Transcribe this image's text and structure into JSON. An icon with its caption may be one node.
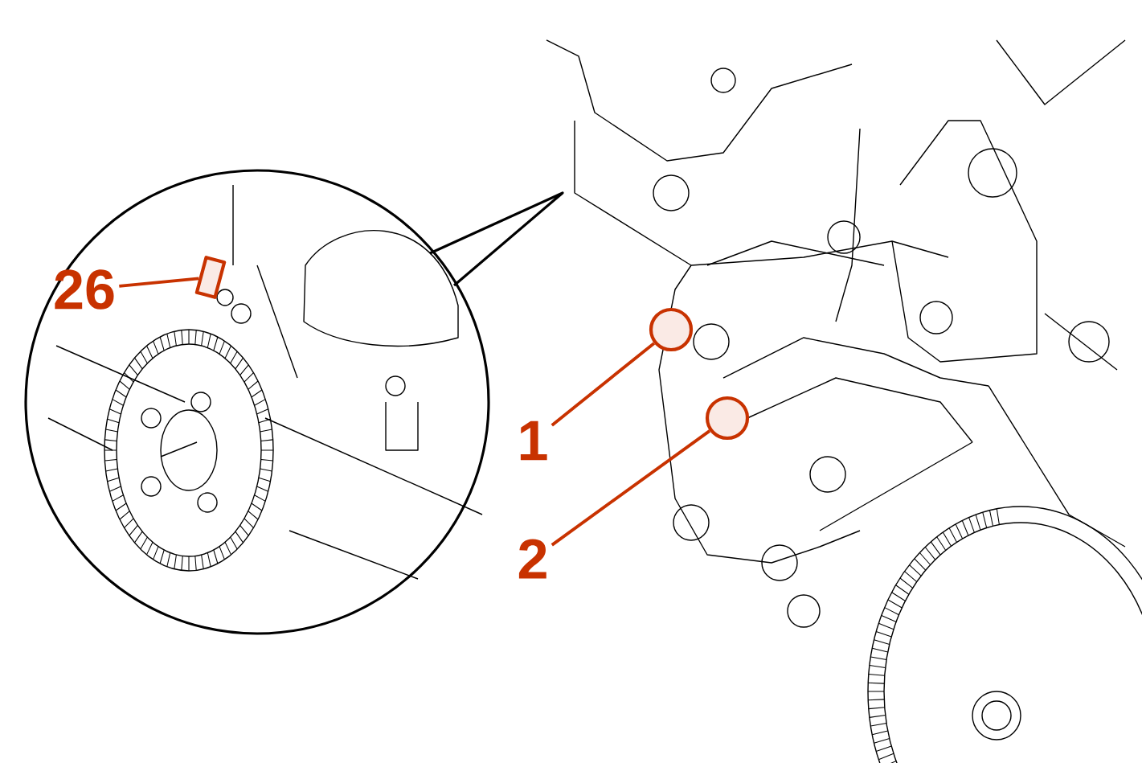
{
  "diagram": {
    "nodes": [
      {
        "text": [
          "1"
        ]
      },
      {
        "text": [
          "2"
        ]
      },
      {
        "text": [
          "26"
        ]
      },
      {
        "text": [],
        "shape": "circle"
      },
      {
        "text": [],
        "shape": "circle"
      },
      {
        "text": [],
        "shape": "box"
      }
    ],
    "edges": [
      {
        "from": 0,
        "to": 3,
        "arrow": "none"
      },
      {
        "from": 1,
        "to": 4,
        "arrow": "none"
      },
      {
        "from": 2,
        "to": 5,
        "arrow": "none"
      }
    ]
  }
}
